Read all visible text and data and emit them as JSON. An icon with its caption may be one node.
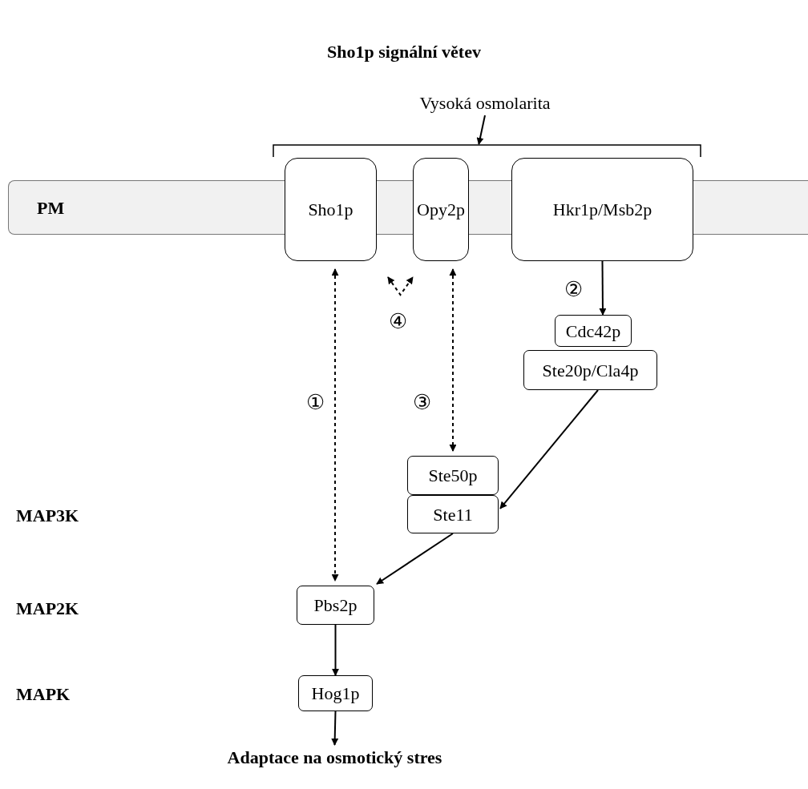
{
  "diagram": {
    "title": "Sho1p signální větev",
    "nodes": [
      {
        "text": [
          "Vysoká osmolarita"
        ]
      },
      {
        "text": [
          "PM"
        ]
      },
      {
        "text": [],
        "shape": "bracket"
      },
      {
        "text": [
          "Sho1p"
        ]
      },
      {
        "text": [
          "Opy2p"
        ]
      },
      {
        "text": [
          "Hkr1p/Msb2p"
        ]
      },
      {
        "text": [
          "Cdc42p"
        ]
      },
      {
        "text": [
          "Ste20p/Cla4p"
        ]
      },
      {
        "text": [
          "Ste50p"
        ]
      },
      {
        "text": [
          "Ste11"
        ]
      },
      {
        "text": [
          "Pbs2p"
        ]
      },
      {
        "text": [
          "Hog1p"
        ]
      },
      {
        "text": [
          "Adaptace na osmotický stres"
        ]
      }
    ],
    "edges": [
      {
        "from": 0,
        "to": 2,
        "arrow": "to"
      },
      {
        "from": 3,
        "to": 10,
        "arrow": "both",
        "style": "dashed"
      },
      {
        "from": 3,
        "to": 4,
        "arrow": "both",
        "style": "dashed"
      },
      {
        "from": 4,
        "to": 8,
        "arrow": "both",
        "style": "dashed"
      },
      {
        "from": 5,
        "to": 6,
        "arrow": "to"
      },
      {
        "from": 7,
        "to": 9,
        "arrow": "to"
      },
      {
        "from": 9,
        "to": 10,
        "arrow": "to"
      },
      {
        "from": 10,
        "to": 11,
        "arrow": "to"
      },
      {
        "from": 11,
        "to": 12,
        "arrow": "to"
      }
    ],
    "labels": [
      "②",
      "④",
      "①",
      "③",
      "MAP3K",
      "MAP2K",
      "MAPK"
    ]
  }
}
